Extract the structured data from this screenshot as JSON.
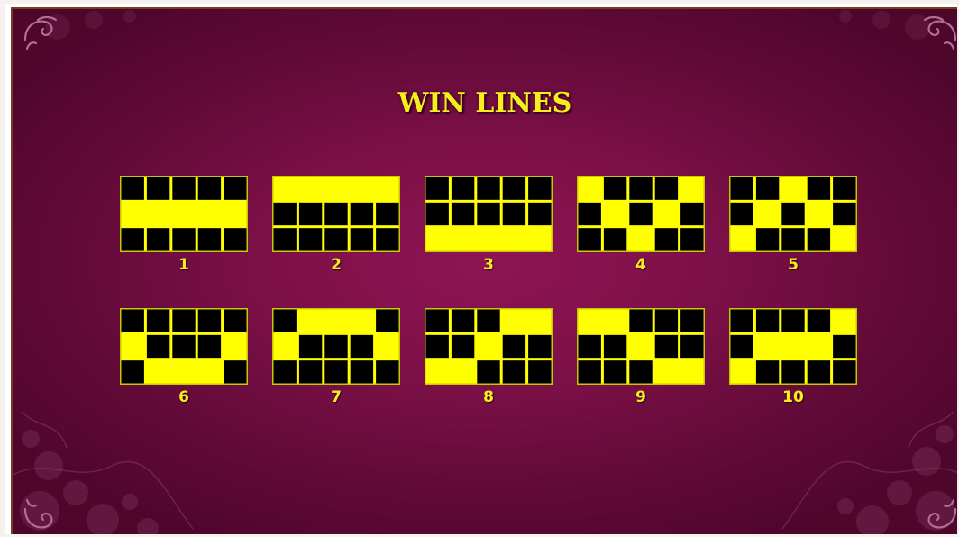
{
  "title": "WIN LINES",
  "colors": {
    "active_cell": "#ffff00",
    "inactive_cell": "#000000",
    "cell_border": "#c8c800",
    "title_text": "#f5ee1c",
    "number_text": "#f7ee20",
    "background_center": "#8e1454",
    "background_edge": "#4e062b"
  },
  "grid": {
    "columns": 5,
    "rows": 3
  },
  "lines": [
    {
      "number": "1",
      "rows": [
        1,
        1,
        1,
        1,
        1
      ]
    },
    {
      "number": "2",
      "rows": [
        0,
        0,
        0,
        0,
        0
      ]
    },
    {
      "number": "3",
      "rows": [
        2,
        2,
        2,
        2,
        2
      ]
    },
    {
      "number": "4",
      "rows": [
        0,
        1,
        2,
        1,
        0
      ]
    },
    {
      "number": "5",
      "rows": [
        2,
        1,
        0,
        1,
        2
      ]
    },
    {
      "number": "6",
      "rows": [
        1,
        2,
        2,
        2,
        1
      ]
    },
    {
      "number": "7",
      "rows": [
        1,
        0,
        0,
        0,
        1
      ]
    },
    {
      "number": "8",
      "rows": [
        2,
        2,
        1,
        0,
        0
      ]
    },
    {
      "number": "9",
      "rows": [
        0,
        0,
        1,
        2,
        2
      ]
    },
    {
      "number": "10",
      "rows": [
        2,
        1,
        1,
        1,
        0
      ]
    }
  ],
  "decorations": {
    "corner_ornament_icon": "scroll-flourish-icon",
    "floral_icon": "floral-pattern-icon"
  }
}
